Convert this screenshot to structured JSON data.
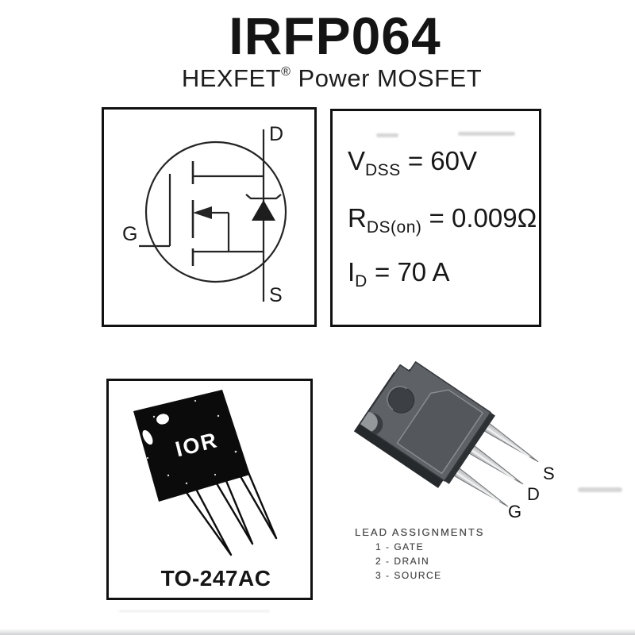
{
  "header": {
    "title": "IRFP064",
    "subtitle_brand": "HEXFET",
    "subtitle_reg": "®",
    "subtitle_rest": " Power MOSFET"
  },
  "schematic": {
    "pins": {
      "drain": "D",
      "gate": "G",
      "source": "S"
    }
  },
  "specs": {
    "items": [
      {
        "base": "V",
        "sub": "DSS",
        "value": " = 60V"
      },
      {
        "base": "R",
        "sub": "DS(on)",
        "value": " = 0.009Ω"
      },
      {
        "base": "I",
        "sub": "D",
        "value": " = 70 A"
      }
    ]
  },
  "package_photo": {
    "logo": "IOR",
    "label": "TO-247AC"
  },
  "package_render": {
    "pin_labels": {
      "source": "S",
      "drain": "D",
      "gate": "G"
    },
    "lead_assignments": {
      "title": "LEAD ASSIGNMENTS",
      "items": [
        "1 - GATE",
        "2 - DRAIN",
        "3 - SOURCE"
      ]
    }
  },
  "colors": {
    "ink": "#1a1a1a",
    "frame_border": "#111111",
    "render_body_gray": "#5e6266",
    "lead_text_gray": "#4a4a4a"
  }
}
